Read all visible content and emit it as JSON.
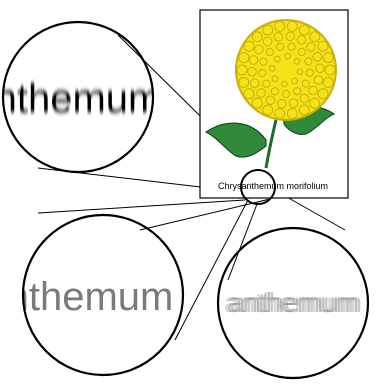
{
  "caption": "Chrysanthemum morifolium",
  "zoom_text": "nthemum",
  "zoom_text_right": "anthemum",
  "colors": {
    "flower": "#f4e21a",
    "flower_shade": "#c9b10a",
    "leaf": "#2f8a3c",
    "leaf_dark": "#14501f",
    "stroke": "#000000",
    "grey_text": "#7a7a7a"
  }
}
